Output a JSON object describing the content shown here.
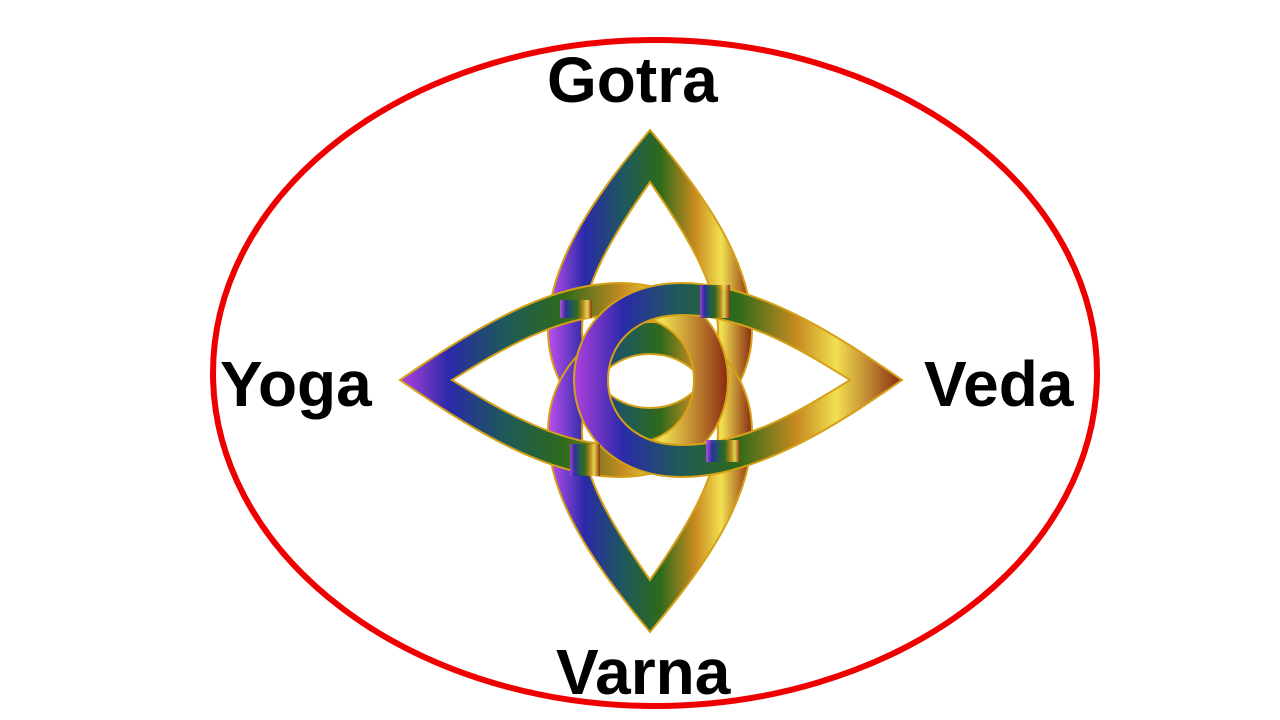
{
  "labels": {
    "top": "Gotra",
    "left": "Yoga",
    "right": "Veda",
    "bottom": "Varna"
  },
  "colors": {
    "ring": "#ee0000",
    "text": "#000000",
    "knot_outline": "#d4a017",
    "knot_gradient": [
      "#b040e0",
      "#2a2aa8",
      "#1e5a5a",
      "#2e6a1a",
      "#e8d040",
      "#8a2a10"
    ]
  },
  "knot_icon": "quaternary-celtic-knot"
}
